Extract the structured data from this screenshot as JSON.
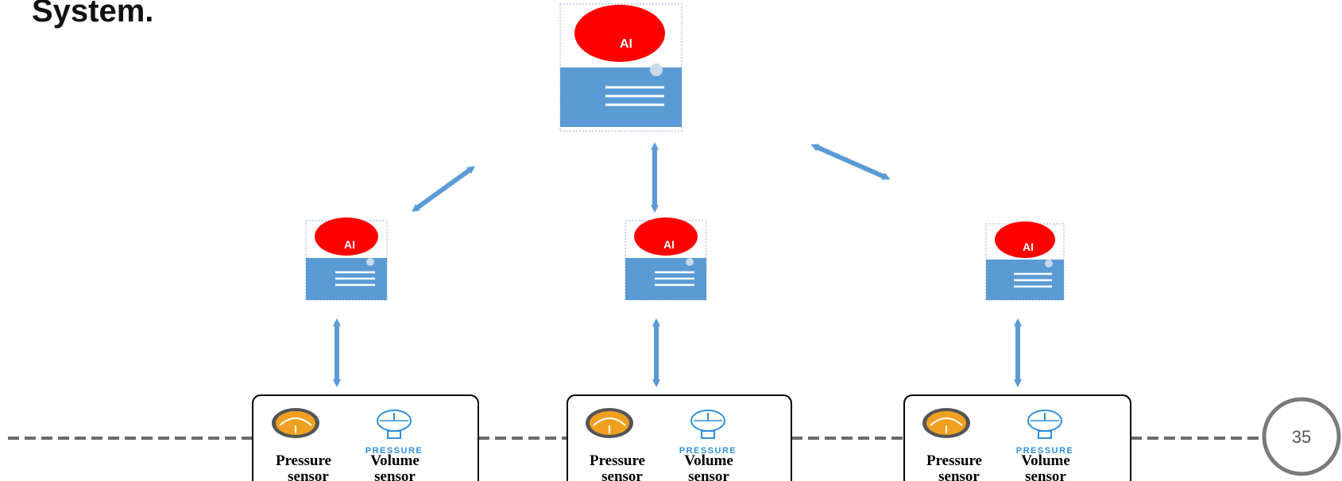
{
  "slide": {
    "title_fragment": "System.",
    "page_number": "35"
  },
  "colors": {
    "box_fill": "#5b9bd5",
    "ai_badge": "#ff0000",
    "arrow": "#5b9bd5",
    "sensor_orange": "#f0a020",
    "sensor_blue": "#2f8fd8"
  },
  "nodes": {
    "top": {
      "badge": "AI"
    },
    "left": {
      "badge": "AI"
    },
    "middle": {
      "badge": "AI"
    },
    "right": {
      "badge": "AI"
    }
  },
  "sensor_groups": [
    {
      "pressure_line1": "Pressure",
      "pressure_line2": "sensor",
      "volume_tag": "PRESSURE",
      "volume_line1": "Volume",
      "volume_line2": "sensor"
    },
    {
      "pressure_line1": "Pressure",
      "pressure_line2": "sensor",
      "volume_tag": "PRESSURE",
      "volume_line1": "Volume",
      "volume_line2": "sensor"
    },
    {
      "pressure_line1": "Pressure",
      "pressure_line2": "sensor",
      "volume_tag": "PRESSURE",
      "volume_line1": "Volume",
      "volume_line2": "sensor"
    }
  ]
}
